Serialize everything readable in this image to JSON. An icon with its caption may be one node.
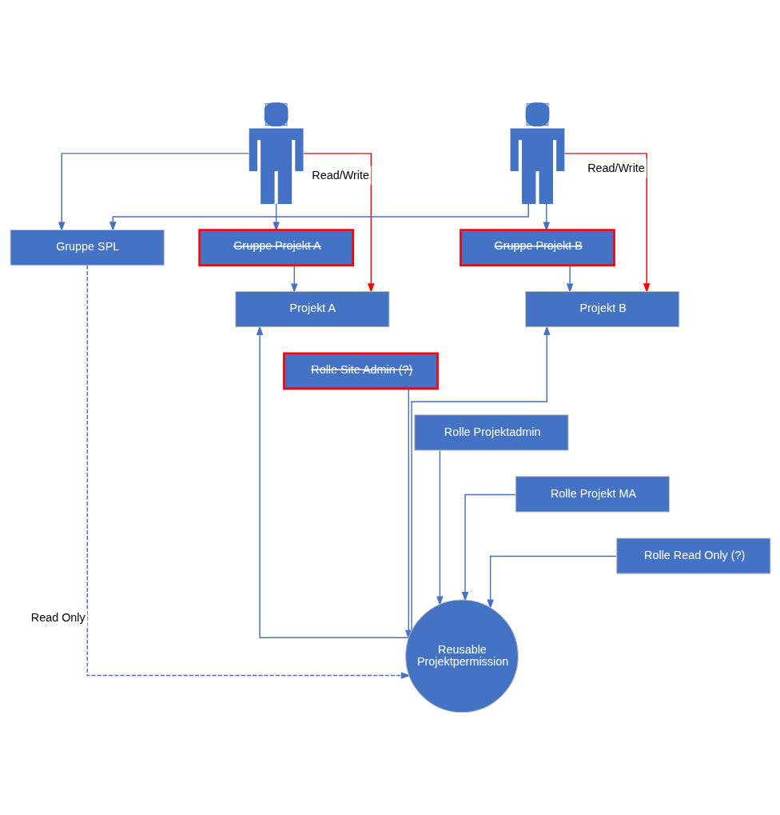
{
  "diagram": {
    "nodes": [
      {
        "text": [],
        "shape": "person"
      },
      {
        "text": [],
        "shape": "person"
      },
      {
        "text": [
          "Gruppe SPL"
        ]
      },
      {
        "text": [
          "Gruppe Projekt A"
        ]
      },
      {
        "text": [
          "Gruppe Projekt B"
        ]
      },
      {
        "text": [
          "Projekt A"
        ]
      },
      {
        "text": [
          "Projekt B"
        ]
      },
      {
        "text": [
          "Reusable Projektpermission"
        ]
      },
      {
        "text": [
          "Rolle Site Admin (?)"
        ]
      },
      {
        "text": [
          "Rolle Projektadmin"
        ]
      },
      {
        "text": [
          "Rolle Projekt MA"
        ]
      },
      {
        "text": [
          "Rolle Read Only (?)"
        ]
      }
    ],
    "edges": [
      {
        "from": 0,
        "to": 2,
        "arrow": "to"
      },
      {
        "from": 0,
        "to": 3,
        "arrow": "to"
      },
      {
        "from": 1,
        "to": 2,
        "arrow": "to"
      },
      {
        "from": 1,
        "to": 4,
        "arrow": "to"
      },
      {
        "from": 0,
        "to": 5,
        "arrow": "to",
        "label": "Read/Write",
        "color": "#ff0000"
      },
      {
        "from": 1,
        "to": 6,
        "arrow": "to",
        "label": "Read/Write",
        "color": "#ff0000"
      },
      {
        "from": 3,
        "to": 5,
        "arrow": "to"
      },
      {
        "from": 4,
        "to": 6,
        "arrow": "to"
      },
      {
        "from": 2,
        "to": 7,
        "arrow": "to",
        "label": "Read Only",
        "style": "dashed"
      },
      {
        "from": 7,
        "to": 5,
        "arrow": "to"
      },
      {
        "from": 7,
        "to": 6,
        "arrow": "to"
      },
      {
        "from": 8,
        "to": 7,
        "arrow": "to"
      },
      {
        "from": 9,
        "to": 7,
        "arrow": "to"
      },
      {
        "from": 10,
        "to": 7,
        "arrow": "to"
      },
      {
        "from": 11,
        "to": 7,
        "arrow": "to"
      }
    ]
  }
}
